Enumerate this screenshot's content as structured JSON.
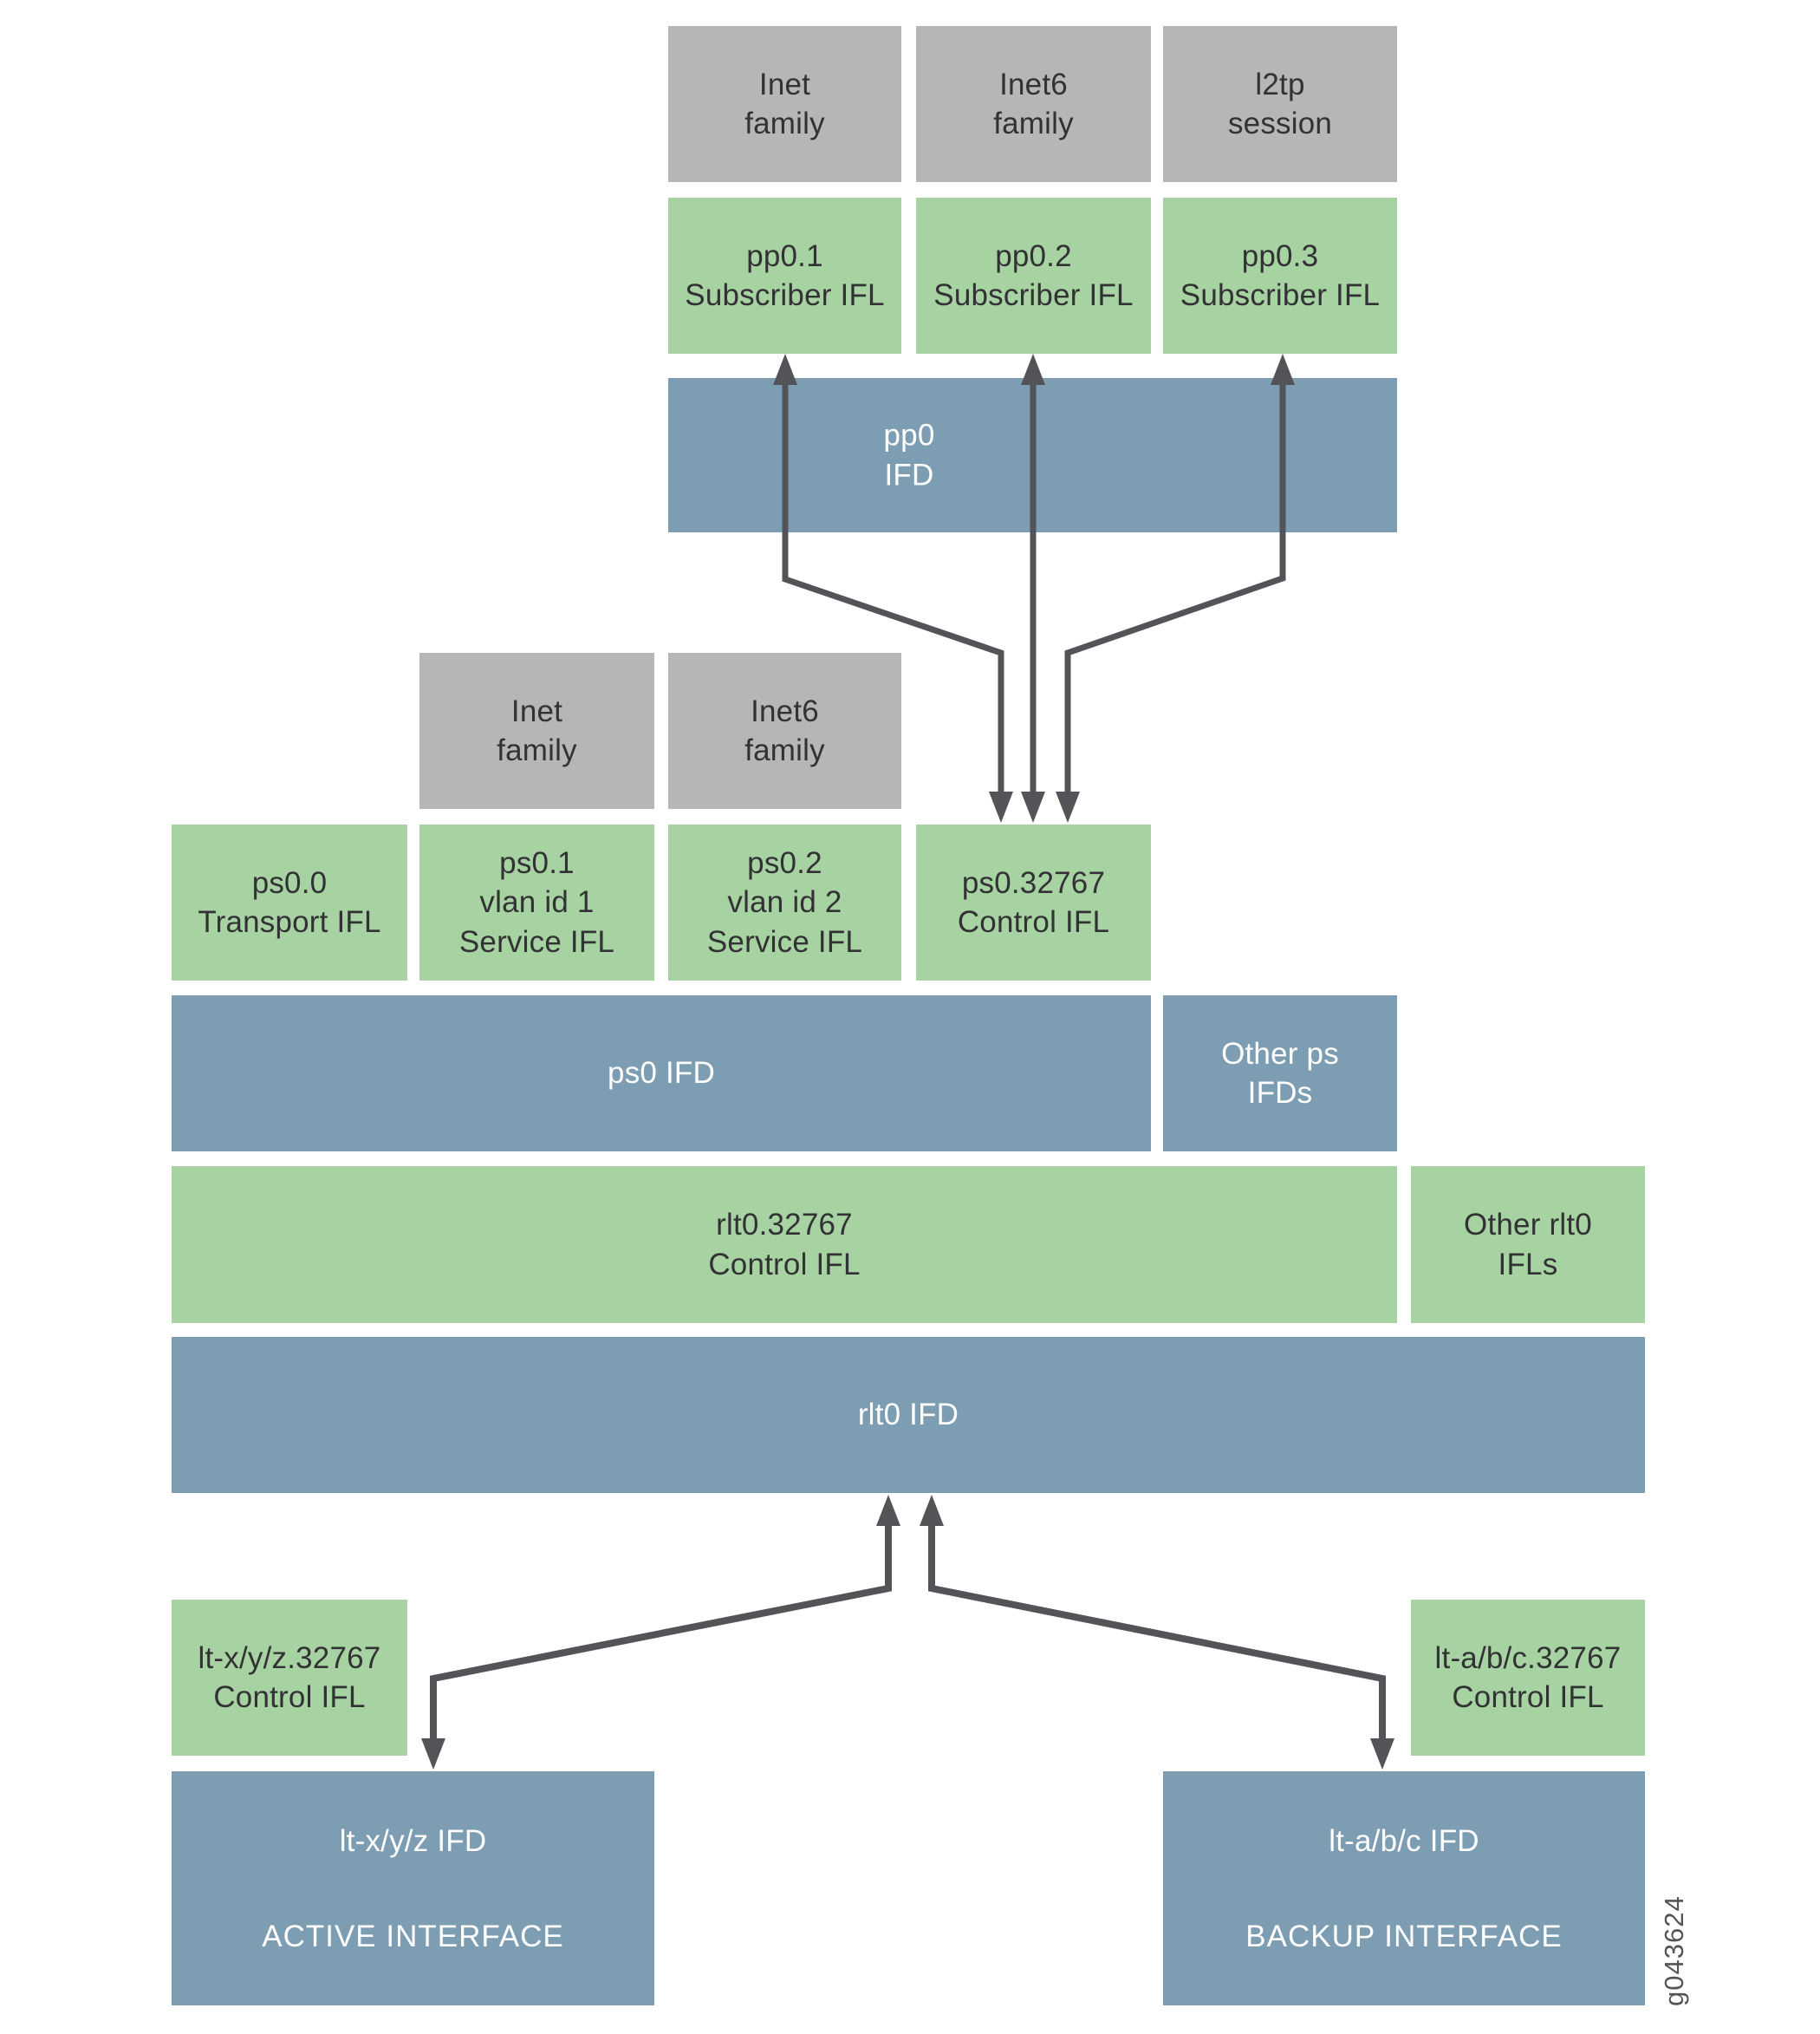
{
  "colors": {
    "green": "#a7d2a2",
    "blue": "#7d9db3",
    "gray": "#b5b6b5",
    "arrow": "#535458",
    "text_dark": "#323234",
    "text_light": "#ffffff"
  },
  "watermark": "g043624",
  "top": {
    "families": [
      "Inet\nfamily",
      "Inet6\nfamily",
      "l2tp\nsession"
    ],
    "subscribers": [
      "pp0.1\nSubscriber IFL",
      "pp0.2\nSubscriber IFL",
      "pp0.3\nSubscriber IFL"
    ],
    "ifd": "pp0\nIFD"
  },
  "mid": {
    "families": [
      "Inet\nfamily",
      "Inet6\nfamily"
    ],
    "ifls": [
      "ps0.0\nTransport IFL",
      "ps0.1\nvlan id 1\nService IFL",
      "ps0.2\nvlan id 2\nService IFL",
      "ps0.32767\nControl IFL"
    ],
    "ifd": "ps0 IFD",
    "other_ifds": "Other ps\nIFDs"
  },
  "rlt": {
    "control_ifl": "rlt0.32767\nControl IFL",
    "other_ifls": "Other rlt0\nIFLs",
    "ifd": "rlt0 IFD"
  },
  "bottom": {
    "active_control_ifl": "lt-x/y/z.32767\nControl IFL",
    "active_ifd": "lt-x/y/z IFD",
    "active_role": "ACTIVE INTERFACE",
    "backup_control_ifl": "lt-a/b/c.32767\nControl IFL",
    "backup_ifd": "lt-a/b/c IFD",
    "backup_role": "BACKUP INTERFACE"
  }
}
